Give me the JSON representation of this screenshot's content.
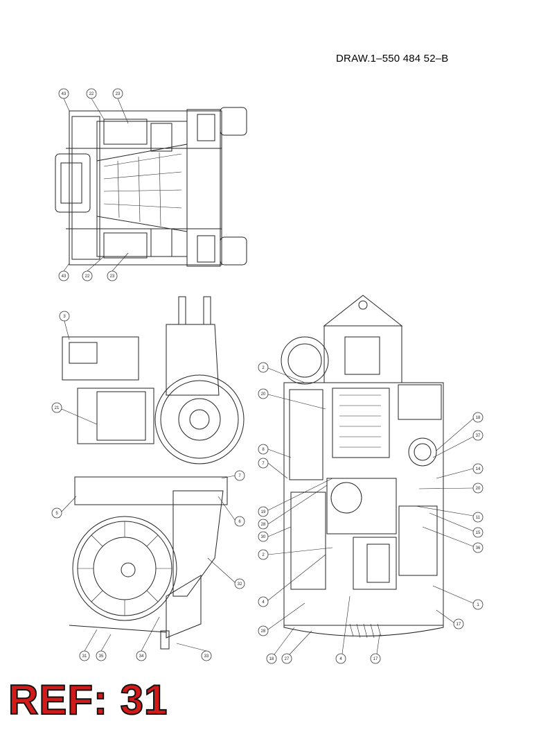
{
  "drawing_number": "DRAW.1–550 484 52–B",
  "ref_label": "REF: 31",
  "ref_color": "#d11a1a",
  "top_view_callouts": [
    "43",
    "22",
    "23",
    "43",
    "22",
    "23"
  ],
  "side_view_callouts": [
    "3",
    "21",
    "5",
    "7",
    "6",
    "35",
    "34",
    "33",
    "31",
    "32"
  ],
  "front_view_callouts": [
    "2",
    "20",
    "8",
    "7",
    "19",
    "28",
    "30",
    "2",
    "4",
    "28",
    "18",
    "27",
    "4",
    "17",
    "18",
    "37",
    "14",
    "20",
    "11",
    "15",
    "36",
    "1",
    "17"
  ]
}
